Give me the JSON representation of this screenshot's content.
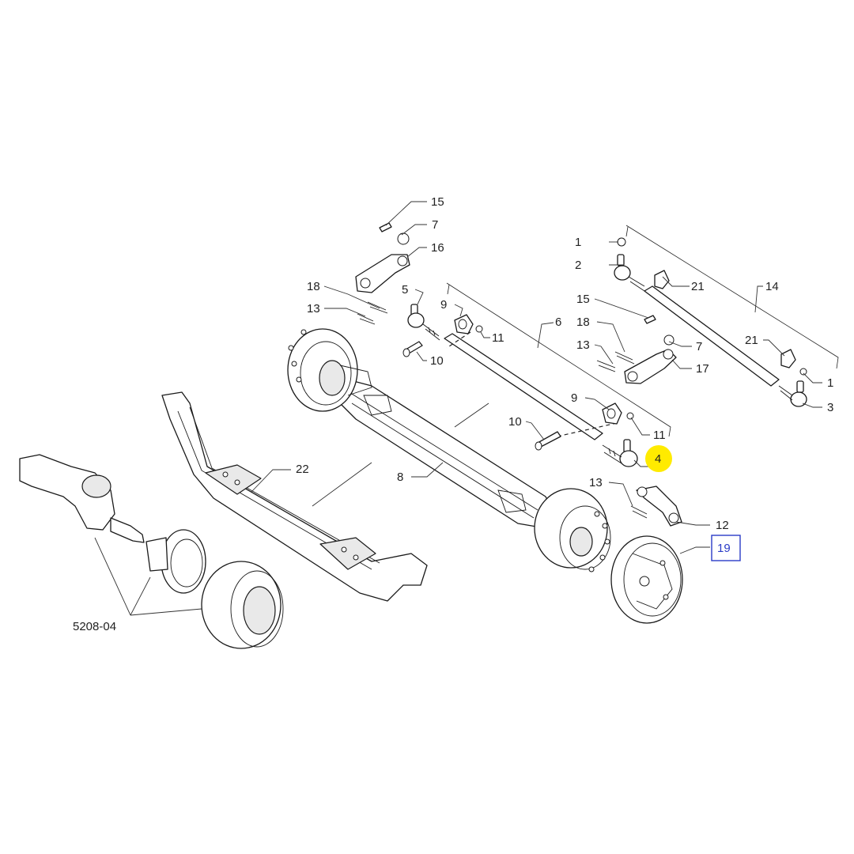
{
  "callouts": {
    "c15_top": "15",
    "c7_top": "7",
    "c16": "16",
    "c18_left": "18",
    "c13_left": "13",
    "c5": "5",
    "c9_top": "9",
    "c11_top": "11",
    "c10_top": "10",
    "c6": "6",
    "c1_top": "1",
    "c2": "2",
    "c21_top": "21",
    "c14": "14",
    "c15_right": "15",
    "c18_right": "18",
    "c7_right": "7",
    "c13_right": "13",
    "c17": "17",
    "c21_right": "21",
    "c1_bottom": "1",
    "c3": "3",
    "c9_mid": "9",
    "c10_mid": "10",
    "c11_mid": "11",
    "c4": "4",
    "c22": "22",
    "c8": "8",
    "c13_bottom": "13",
    "c12": "12",
    "c19": "19",
    "c5208": "5208-04"
  },
  "highlight": {
    "callout": "4",
    "color": "#ffeb00"
  },
  "link": {
    "callout": "19",
    "color": "#2b3cc7"
  }
}
